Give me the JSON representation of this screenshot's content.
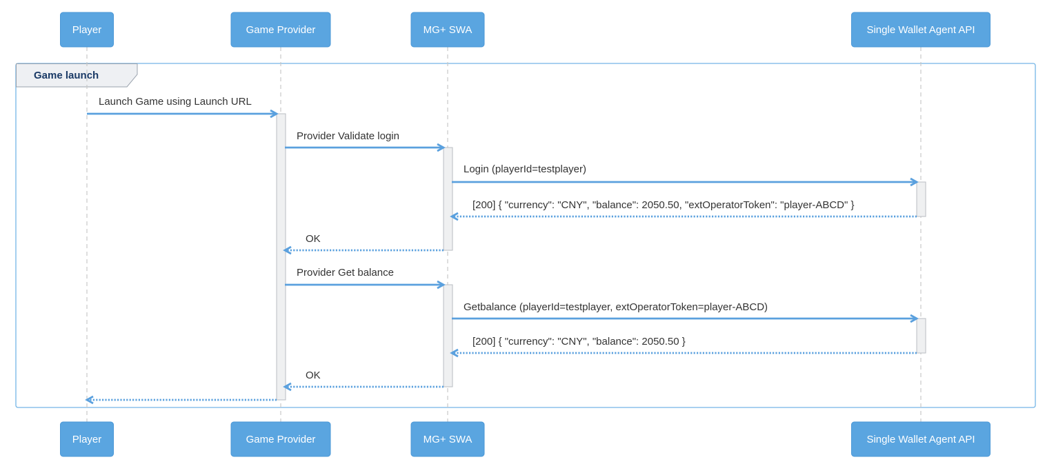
{
  "participants": [
    {
      "id": "player",
      "label": "Player"
    },
    {
      "id": "provider",
      "label": "Game Provider"
    },
    {
      "id": "swa",
      "label": "MG+ SWA"
    },
    {
      "id": "api",
      "label": "Single Wallet Agent API"
    }
  ],
  "frame": {
    "title": "Game launch"
  },
  "messages": [
    {
      "from": "player",
      "to": "provider",
      "style": "solid",
      "label": "Launch Game using Launch URL"
    },
    {
      "from": "provider",
      "to": "swa",
      "style": "solid",
      "label": "Provider Validate login"
    },
    {
      "from": "swa",
      "to": "api",
      "style": "solid",
      "label": "Login (playerId=testplayer)"
    },
    {
      "from": "api",
      "to": "swa",
      "style": "dotted",
      "label": "[200] { \"currency\": \"CNY\", \"balance\": 2050.50, \"extOperatorToken\": \"player-ABCD\" }"
    },
    {
      "from": "swa",
      "to": "provider",
      "style": "dotted",
      "label": "OK"
    },
    {
      "from": "provider",
      "to": "swa",
      "style": "solid",
      "label": "Provider Get balance"
    },
    {
      "from": "swa",
      "to": "api",
      "style": "solid",
      "label": "Getbalance (playerId=testplayer, extOperatorToken=player-ABCD)"
    },
    {
      "from": "api",
      "to": "swa",
      "style": "dotted",
      "label": "[200] { \"currency\": \"CNY\", \"balance\": 2050.50 }"
    },
    {
      "from": "swa",
      "to": "provider",
      "style": "dotted",
      "label": "OK"
    },
    {
      "from": "provider",
      "to": "player",
      "style": "dotted",
      "label": ""
    }
  ],
  "colors": {
    "actor": "#5aa5e0",
    "arrow": "#5aa0de",
    "frame": "#74b5e6",
    "frame_title": "#1a3a66"
  }
}
